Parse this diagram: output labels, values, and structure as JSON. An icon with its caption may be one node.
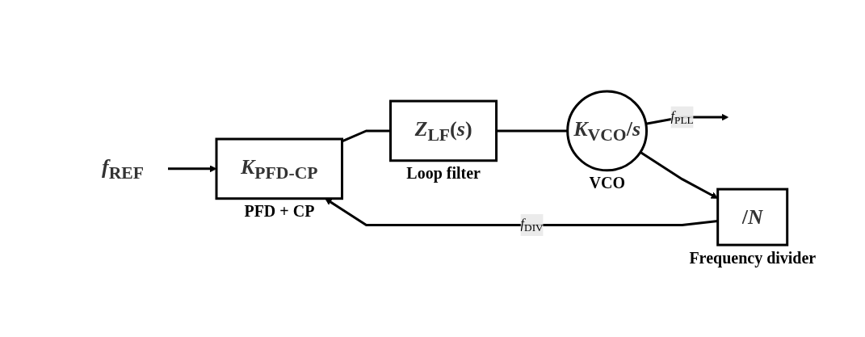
{
  "diagram": {
    "nodes": [
      {
        "text": [
          "*f*$_{REF}$"
        ]
      },
      {
        "text": [
          "*K*$_{PFD-CP}$"
        ],
        "beside": [
          "PFD + CP"
        ]
      },
      {
        "text": [
          "*Z*$_{LF}$(*s*)"
        ],
        "beside": [
          "Loop filter"
        ]
      },
      {
        "text": [
          "*K*$_{VCO}$/*s*"
        ],
        "beside": [
          "VCO"
        ]
      },
      {
        "text": [
          "/*N*"
        ],
        "beside": [
          "Frequency divider"
        ]
      }
    ],
    "edges": [
      {
        "from": 0,
        "to": 1,
        "arrow": "to"
      },
      {
        "from": 1,
        "to": 2,
        "arrow": "none"
      },
      {
        "from": 2,
        "to": 3,
        "arrow": "none"
      },
      {
        "from": 3,
        "to": null,
        "arrow": "to",
        "label": "*f*$_{PLL}$"
      },
      {
        "from": 3,
        "to": 4,
        "arrow": "to"
      },
      {
        "from": 4,
        "to": 1,
        "arrow": "to",
        "label": "*f*$_{DIV}$"
      }
    ]
  }
}
